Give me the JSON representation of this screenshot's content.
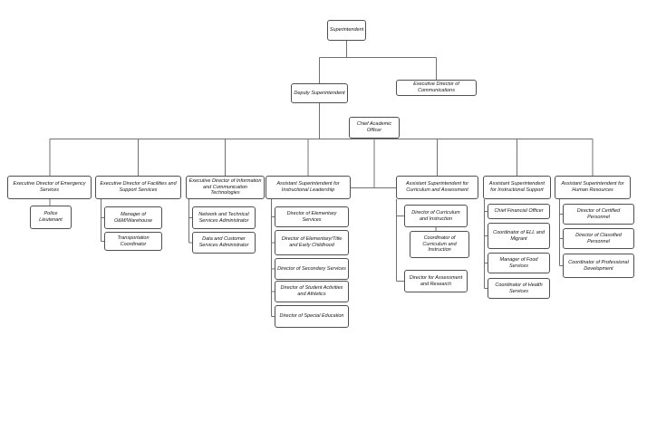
{
  "page": {
    "background_color": "#ffffff",
    "line_color": "#707070",
    "box_border_color": "#4f4f4f",
    "box_fill_color": "#ffffff",
    "text_color": "#141414"
  },
  "org": {
    "superintendent": {
      "label": "Superintendent"
    },
    "deputy_superintendent": {
      "label": "Deputy Superintendent"
    },
    "communications": {
      "label": "Executive Director of Communications"
    },
    "chief_academic_officer": {
      "label": "Chief Academic Officer"
    },
    "departments": [
      {
        "head": "Executive Director of Emergency Services",
        "reports": [
          "Police Lieutenant"
        ]
      },
      {
        "head": "Executive Director of Facilities and Support Services",
        "reports": [
          "Manager of O&M/Warehouse",
          "Transportation Coordinator"
        ]
      },
      {
        "head": "Executive Director of Information and Communication Technologies",
        "reports": [
          "Network and Technical Services Administrator",
          "Data and Customer Services Administrator"
        ]
      },
      {
        "head": "Assistant Superintendent for Instructional Leadership",
        "reports": [
          "Director of Elementary Services",
          "Director of Elementary/Title and Early Childhood",
          "Director of Secondary Services",
          "Director of Student Activities and Athletics",
          "Director of Special Education"
        ]
      },
      {
        "head": "Assistant Superintendent for Curriculum and Assessment",
        "reports": [
          "Director of Curriculum and Instruction",
          "Coordinator of Curriculum and Instruction",
          "Director for Assessment and Research"
        ]
      },
      {
        "head": "Assistant Superintendent for Instructional Support",
        "reports": [
          "Chief Financial Officer",
          "Coordinator of ELL and Migrant",
          "Manager of Food Services",
          "Coordinator of Health Services"
        ]
      },
      {
        "head": "Assistant Superintendent for Human Resources",
        "reports": [
          "Director of Certified Personnel",
          "Director of Classified Personnel",
          "Coordinator of Professional Development"
        ]
      }
    ]
  }
}
